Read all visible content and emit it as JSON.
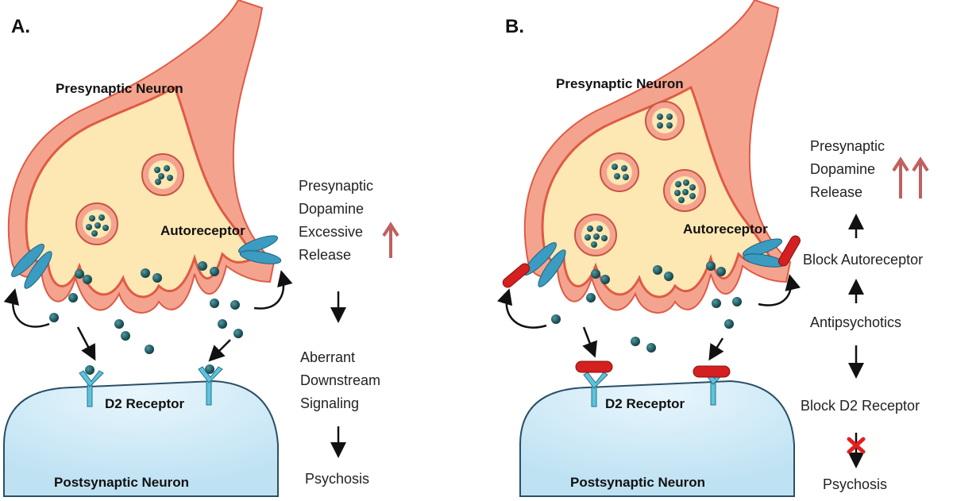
{
  "panels": [
    {
      "letter": "A.",
      "presynaptic": "Presynaptic Neuron",
      "autoreceptor": "Autoreceptor",
      "d2_receptor": "D2 Receptor",
      "postsynaptic": "Postsynaptic Neuron",
      "flow": {
        "step1": [
          "Presynaptic",
          "Dopamine",
          "Excessive",
          "Release"
        ],
        "step2": [
          "Aberrant",
          "Downstream",
          "Signaling"
        ],
        "step3": "Psychosis"
      }
    },
    {
      "letter": "B.",
      "presynaptic": "Presynaptic Neuron",
      "autoreceptor": "Autoreceptor",
      "d2_receptor": "D2 Receptor",
      "postsynaptic": "Postsynaptic Neuron",
      "flow": {
        "top": [
          "Presynaptic",
          "Dopamine",
          "Release"
        ],
        "block_autoreceptor": "Block Autoreceptor",
        "antipsychotics": "Antipsychotics",
        "block_d2": "Block D2 Receptor",
        "psychosis": "Psychosis"
      }
    }
  ],
  "colors": {
    "membrane_outer": "#f4a48e",
    "membrane_line": "#e05a45",
    "cytoplasm": "#fde7b3",
    "vesicle": "#f4a48e",
    "dopamine": "#1b5b63",
    "receptor": "#5cc4dc",
    "autoreceptor": "#3b9bc0",
    "blocker": "#d42020",
    "postsynaptic": "#d7eefa",
    "up_arrow": "#c0605f",
    "blocked_mark": "#e02020"
  },
  "icons": [
    "up-arrow-icon",
    "down-arrow-icon",
    "curved-arrow-icon",
    "blocked-x-icon"
  ]
}
